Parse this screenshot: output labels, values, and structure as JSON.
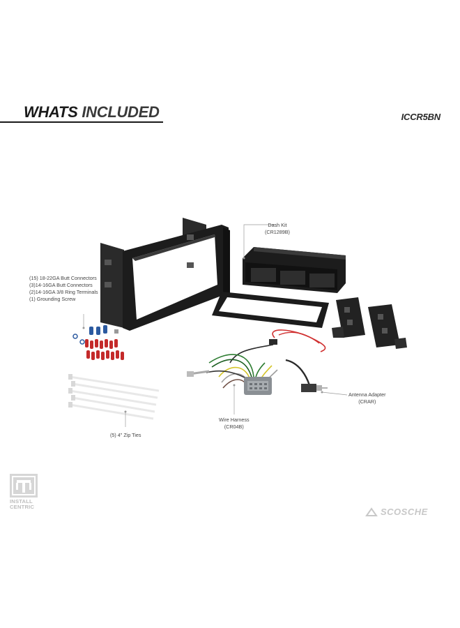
{
  "heading": {
    "part1": "WHATS",
    "part2": "INCLUDED"
  },
  "model_number": "ICCR5BN",
  "callouts": {
    "dash_kit": {
      "name": "Dash Kit",
      "part": "(CR1289B)"
    },
    "connectors": [
      "(15) 18-22GA Butt Connectors",
      "(3)14-16GA Butt Connectors",
      "(2)14-16GA 3/8 Ring Terminals",
      "(1) Grounding Screw"
    ],
    "zip_ties": "(5) 4\" Zip Ties",
    "wire_harness": {
      "name": "Wire Harness",
      "part": "(CR04B)"
    },
    "antenna_adapter": {
      "name": "Antenna Adapter",
      "part": "(CRAR)"
    }
  },
  "logos": {
    "install_centric": {
      "line1": "INSTALL",
      "line2": "CENTRIC"
    },
    "scosche": "SCOSCHE"
  },
  "colors": {
    "kit_black": "#1c1c1c",
    "connector_red": "#c42a2a",
    "connector_blue": "#2c5aa0",
    "wire_red": "#d03030",
    "harness_grey": "#8a8f94",
    "logo_grey": "#c8c8c8"
  }
}
